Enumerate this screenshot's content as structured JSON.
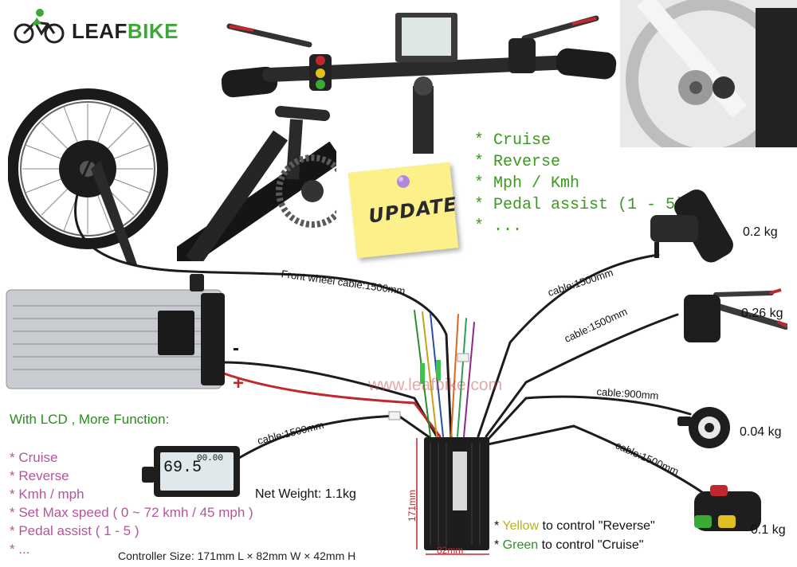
{
  "brand": {
    "leaf": "LEAF",
    "bike": "BIKE"
  },
  "features": [
    "* Cruise",
    "* Reverse",
    "* Mph / Kmh",
    "* Pedal assist (1 - 5)",
    "* ..."
  ],
  "sticky_note": "UPDATE",
  "cables": {
    "front_wheel": "Front wheel cable:1500mm",
    "throttle": "cable:1500mm",
    "brake": "cable:1500mm",
    "pas": "cable:900mm",
    "switch": "cable:1500mm",
    "lcd": "cable:1500mm"
  },
  "weights": {
    "throttle": "0.2 kg",
    "brake": "0.26 kg",
    "pas": "0.04 kg",
    "switch": "0.1 kg"
  },
  "battery": {
    "minus": "-",
    "plus": "+"
  },
  "watermark": "www.leafbike.com",
  "lcd_section": {
    "title": "With LCD , More Function:",
    "items": [
      "* Cruise",
      "* Reverse",
      "* Kmh / mph",
      "* Set Max speed ( 0 ~ 72 kmh / 45 mph )",
      "* Pedal assist ( 1 - 5 )",
      "* ..."
    ]
  },
  "lcd_screen": {
    "speed": "69.5",
    "odo": "00.00"
  },
  "controller": {
    "net_weight": "Net Weight: 1.1kg",
    "size": "Controller Size: 171mm L × 82mm W × 42mm H",
    "dim_height": "171mm",
    "dim_width": "82mm"
  },
  "notes": {
    "n1_pre": "* ",
    "n1_color": "Yellow",
    "n1_post": " to control \"Reverse\"",
    "n2_pre": "* ",
    "n2_color": "Green",
    "n2_post": " to control \"Cruise\""
  },
  "colors": {
    "brand_green": "#3aa935",
    "feature_green": "#3a9a1e",
    "lcd_pink": "#b4569a",
    "wire_red": "#c0282f"
  }
}
